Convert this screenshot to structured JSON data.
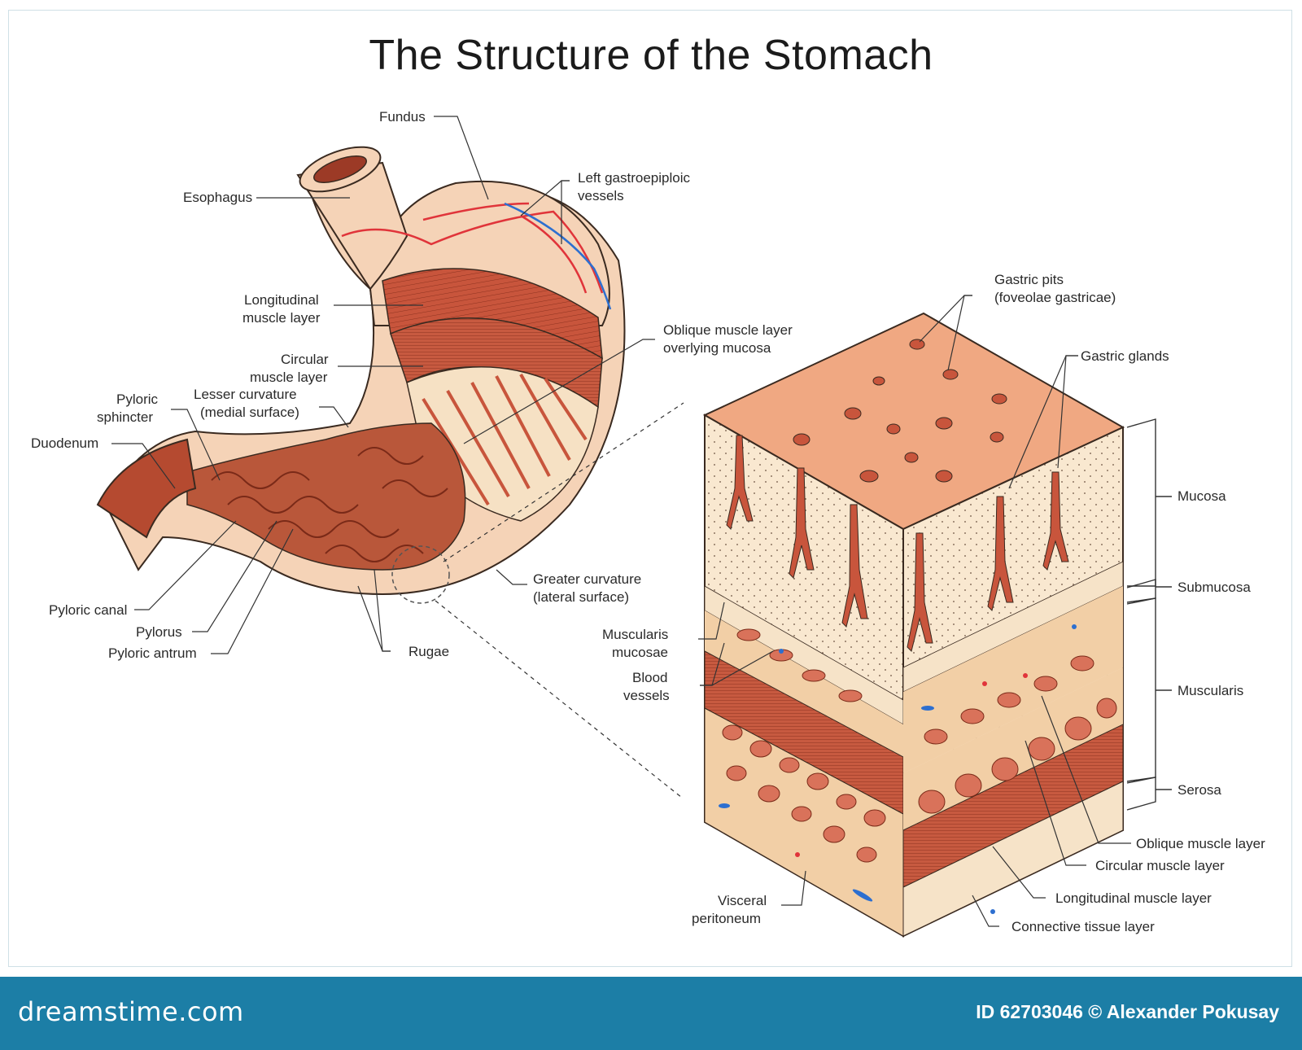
{
  "title": "The Structure of the Stomach",
  "labels": {
    "fundus": "Fundus",
    "esophagus": "Esophagus",
    "left_gastro_1": "Left gastroepiploic",
    "left_gastro_2": "vessels",
    "longitudinal_1": "Longitudinal",
    "longitudinal_2": "muscle layer",
    "circular_1": "Circular",
    "circular_2": "muscle layer",
    "lesser_1": "Lesser curvature",
    "lesser_2": "(medial surface)",
    "pyloric_sphincter_1": "Pyloric",
    "pyloric_sphincter_2": "sphincter",
    "duodenum": "Duodenum",
    "oblique_1": "Oblique muscle layer",
    "oblique_2": "overlying mucosa",
    "greater_1": "Greater curvature",
    "greater_2": "(lateral surface)",
    "pyloric_canal": "Pyloric canal",
    "pylorus": "Pylorus",
    "pyloric_antrum": "Pyloric antrum",
    "rugae": "Rugae",
    "gastric_pits_1": "Gastric pits",
    "gastric_pits_2": "(foveolae gastricae)",
    "gastric_glands": "Gastric glands",
    "mucosa": "Mucosa",
    "submucosa": "Submucosa",
    "muscularis": "Muscularis",
    "serosa": "Serosa",
    "muscularis_mucosae_1": "Muscularis",
    "muscularis_mucosae_2": "mucosae",
    "blood_vessels_1": "Blood",
    "blood_vessels_2": "vessels",
    "oblique_muscle_layer": "Oblique muscle layer",
    "circular_muscle_layer": "Circular muscle layer",
    "longitudinal_muscle_layer": "Longitudinal muscle layer",
    "connective_tissue_layer": "Connective tissue layer",
    "visceral_1": "Visceral",
    "visceral_2": "peritoneum"
  },
  "footer": {
    "site": "dreamstime.com",
    "credit": "ID 62703046 © Alexander Pokusay"
  },
  "colors": {
    "tissue_light": "#f5d3b7",
    "tissue_pale": "#f9e8d0",
    "muscle": "#c8553c",
    "muscle_dark": "#9c3a26",
    "rugae": "#b9573a",
    "vessel_red": "#e0343a",
    "vessel_blue": "#2d6fd0",
    "footer_bg": "#1c7ea6"
  }
}
